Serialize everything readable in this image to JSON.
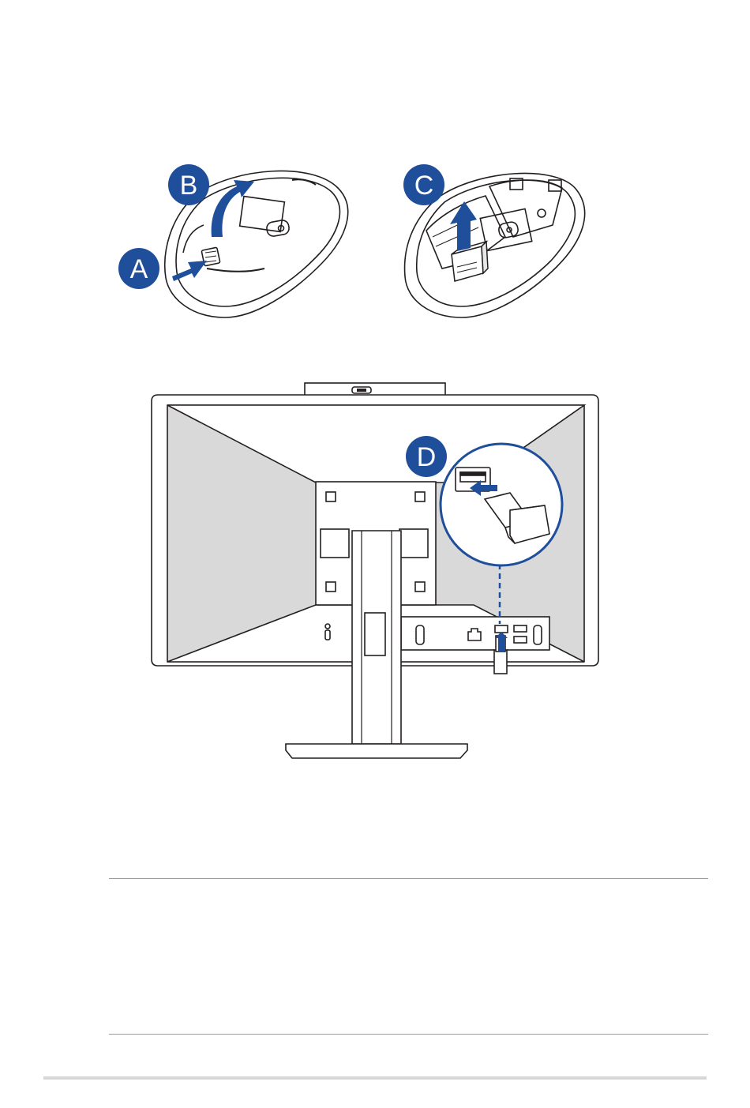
{
  "steps": {
    "a": "A",
    "b": "B",
    "c": "C",
    "d": "D"
  },
  "colors": {
    "accent": "#1f4e9a",
    "line": "#231f20",
    "panel_gray": "#d9d9d9",
    "rule": "#9a9a9a",
    "footer_rule": "#d7d7d7"
  },
  "icons": {
    "mouse_bottom": "mouse-bottom-icon",
    "mouse_open": "mouse-open-compartment-icon",
    "receiver": "usb-receiver-icon",
    "monitor": "all-in-one-pc-rear-icon"
  }
}
